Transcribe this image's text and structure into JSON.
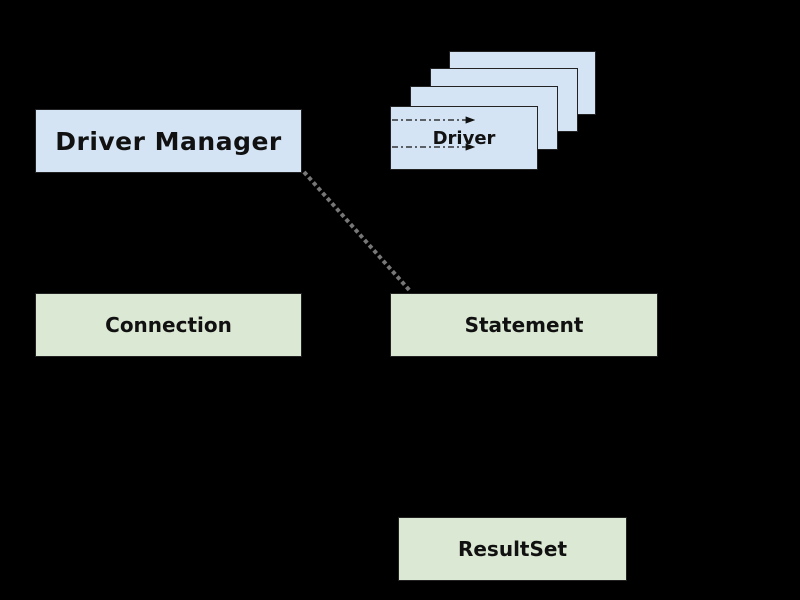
{
  "nodes": {
    "driver_manager": "Driver Manager",
    "driver": "Driver",
    "connection": "Connection",
    "statement": "Statement",
    "resultset": "ResultSet"
  },
  "colors": {
    "background": "#000000",
    "blue_fill": "#d4e4f4",
    "green_fill": "#dbe8d3",
    "connector": "#777777"
  }
}
